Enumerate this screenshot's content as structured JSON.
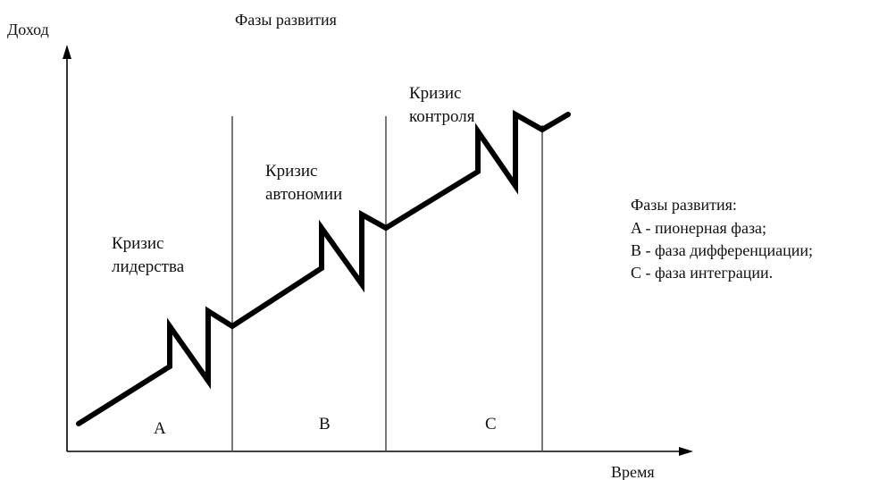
{
  "title": "Фазы развития",
  "axes": {
    "y_label": "Доход",
    "x_label": "Время"
  },
  "phases": [
    {
      "id": "A",
      "label": "A"
    },
    {
      "id": "B",
      "label": "B"
    },
    {
      "id": "C",
      "label": "C"
    }
  ],
  "crises": [
    {
      "id": "leadership",
      "lines": [
        "Кризис",
        "лидерства"
      ]
    },
    {
      "id": "autonomy",
      "lines": [
        "Кризис",
        "автономии"
      ]
    },
    {
      "id": "control",
      "lines": [
        "Кризис",
        "контроля"
      ]
    }
  ],
  "legend": {
    "heading": "Фазы развития:",
    "items": [
      "A - пионерная фаза;",
      "B - фаза дифференциации;",
      "C - фаза интеграции."
    ]
  },
  "colors": {
    "line": "#000000",
    "axis": "#000000",
    "divider": "#555555",
    "text": "#111111"
  }
}
